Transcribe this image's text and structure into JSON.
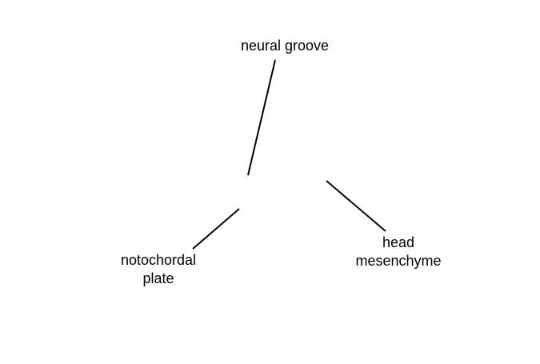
{
  "colors": {
    "background": "#ffffff",
    "text": "#000000",
    "line": "#000000"
  },
  "labels": {
    "neural_groove": "neural groove",
    "notochordal_plate": "notochordal\nplate",
    "head_mesenchyme": "head\nmesenchyme"
  }
}
